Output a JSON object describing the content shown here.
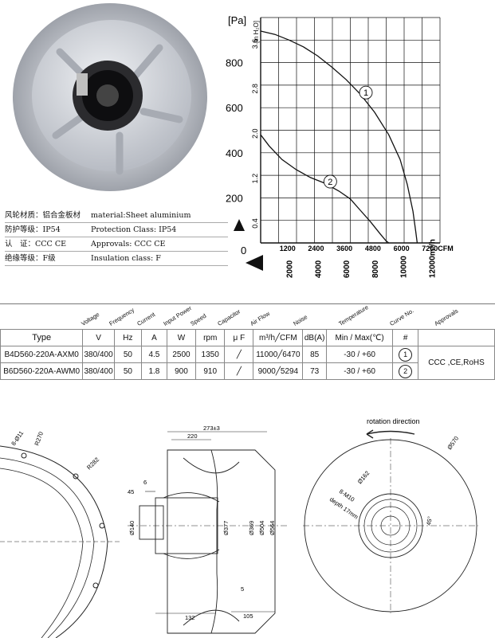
{
  "spec": [
    {
      "cn": "风轮材质：铝合金板材",
      "en": "material:Sheet aluminium"
    },
    {
      "cn": "防护等级：IP54",
      "en": "Protection Class: IP54"
    },
    {
      "cn": "认　证：CCC CE",
      "en": "Approvals: CCC  CE"
    },
    {
      "cn": "绝缘等级：F级",
      "en": "Insulation class: F"
    }
  ],
  "chart_data": {
    "type": "line",
    "title": "",
    "ylabel": "[Pa]",
    "ylabel2": "[in H₂O]",
    "ylim": [
      0,
      1000
    ],
    "yticks": [
      "0",
      "200",
      "400",
      "600",
      "800"
    ],
    "yticks2": [
      "0.4",
      "1.2",
      "2.0",
      "2.8",
      "3.6"
    ],
    "xticks_m3h": [
      "2000",
      "4000",
      "6000",
      "8000",
      "10000",
      "12000m³/h"
    ],
    "xticks_cfm": [
      "1200",
      "2400",
      "3600",
      "4800",
      "6000",
      "7200CFM"
    ],
    "xlim": [
      0,
      12600
    ],
    "series": [
      {
        "name": "①",
        "x": [
          0,
          1000,
          2000,
          3000,
          4000,
          5000,
          6000,
          7000,
          8000,
          9000,
          9800,
          10300,
          10700,
          10900,
          11000
        ],
        "y": [
          940,
          925,
          900,
          870,
          830,
          780,
          725,
          660,
          580,
          480,
          370,
          260,
          140,
          50,
          0
        ]
      },
      {
        "name": "②",
        "x": [
          0,
          600,
          1500,
          2500,
          3500,
          4500,
          5500,
          6300,
          7000,
          7700,
          8400,
          8800,
          9000
        ],
        "y": [
          480,
          430,
          370,
          325,
          290,
          265,
          230,
          195,
          145,
          95,
          40,
          10,
          0
        ]
      }
    ]
  },
  "table": {
    "headers": [
      "Voltage",
      "Frequency",
      "Current",
      "Input Power",
      "Speed",
      "Capacitor",
      "Air Flow",
      "Noise",
      "Temperature",
      "Curve No.",
      "Approvals"
    ],
    "units": [
      "Type",
      "V",
      "Hz",
      "A",
      "W",
      "rpm",
      "μ F",
      "m³/h╱CFM",
      "dB(A)",
      "Min / Max(℃)",
      "#"
    ],
    "rows": [
      {
        "type": "B4D560-220A-AXM0",
        "v": "380/400",
        "hz": "50",
        "a": "4.5",
        "w": "2500",
        "rpm": "1350",
        "cap": "╱",
        "flow": "11000╱6470",
        "db": "85",
        "temp": "-30 / +60",
        "curve": "1"
      },
      {
        "type": "B6D560-220A-AWM0",
        "v": "380/400",
        "hz": "50",
        "a": "1.8",
        "w": "900",
        "rpm": "910",
        "cap": "╱",
        "flow": "9000╱5294",
        "db": "73",
        "temp": "-30 / +60",
        "curve": "2"
      }
    ],
    "approvals": "CCC ,CE,RoHS"
  },
  "drawing": {
    "left_labels": [
      "8-Ø11",
      "R270",
      "R282"
    ],
    "mid_labels": [
      "273±3",
      "220",
      "6",
      "45",
      "Ø140",
      "Ø377",
      "Ø369",
      "Ø504",
      "Ø564",
      "5",
      "132",
      "105"
    ],
    "right_labels": [
      "rotation direction",
      "Ø570",
      "Ø162",
      "8-M10",
      "depth 17mm",
      "45°"
    ]
  }
}
